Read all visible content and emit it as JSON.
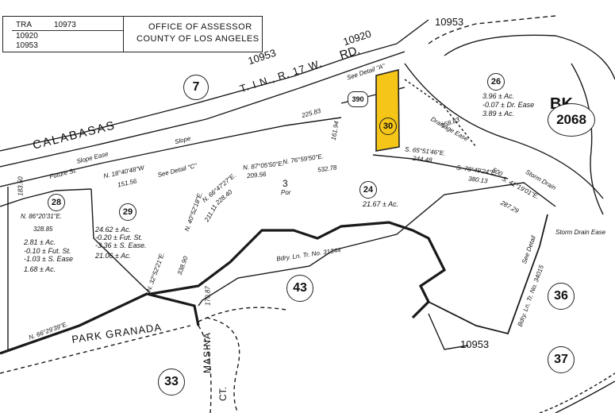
{
  "header": {
    "tra_label": "TRA",
    "tra_codes": [
      "10973",
      "10920",
      "10953"
    ],
    "office_line1": "OFFICE OF ASSESSOR",
    "office_line2": "COUNTY OF LOS ANGELES"
  },
  "book": {
    "label": "BK.",
    "number": "2068"
  },
  "tra_zones": {
    "top_right": "10953",
    "top_middle": "10920",
    "left_top": "10953",
    "bottom": "10953"
  },
  "roads": {
    "calabasas": "CALABASAS",
    "rd": "RD.",
    "township": "T. I N., R. 17 W.",
    "park_granada": "PARK GRANADA",
    "masina_1": "MASINA",
    "masina_2": "CT."
  },
  "parcels": {
    "p7": "7",
    "p43": "43",
    "p33": "33",
    "p36": "36",
    "p37": "37",
    "p28": "28",
    "p29": "29",
    "p24": "24",
    "p26": "26",
    "p30": "30",
    "p390": "390",
    "p3": "3",
    "p3_por": "Por"
  },
  "areas": {
    "p24": "21.67 ± Ac.",
    "p29_line1": "24.62 ± Ac.",
    "p29_line2": "-0.20 ± Fut. St.",
    "p29_line3": "-3.36 ± S. Ease.",
    "p29_line4": "21.06 ± Ac.",
    "p28_line1": "2.81 ± Ac.",
    "p28_line2": "-0.10 ± Fut. St.",
    "p28_line3": "-1.03 ± S. Ease",
    "p28_line4": "1.68 ± Ac.",
    "p26_line1": "3.96 ± Ac.",
    "p26_line2": "-0.07 ± Dr. Ease",
    "p26_line3": "3.89 ± Ac."
  },
  "bearings": {
    "b1": "N. 87°05'50\"E.",
    "b2": "N. 76°59'50\"E.",
    "b3": "S. 65°51'46\"E.",
    "b4": "S. 78°49'24\"E.",
    "b5": "S. 41°19'01\"E.",
    "b6": "N. 86°20'31\"E.",
    "b7": "N. 18°40'48\"W",
    "b8": "N. 40°52'18\"E.",
    "b9": "N. 66°47'27\"E.",
    "b10": "N. 32°52'21\"E.",
    "b11": "N. 66°29'39\"E."
  },
  "distances": {
    "d1": "209.56",
    "d2": "532.78",
    "d3": "244.48",
    "d4": "380.13",
    "d5": "287.29",
    "d6": "328.85",
    "d7": "151.56",
    "d8": "211.11",
    "d9": "228.40",
    "d10": "338.90",
    "d11": "258.83",
    "d12": "225.83",
    "d13": "170.87",
    "d14": "183.50",
    "d15": "161.94",
    "d16": "500"
  },
  "notes": {
    "see_detail_a": "See Detail \"A\"",
    "see_detail_c": "See Detail \"C\"",
    "see_detail_b": "See Detail",
    "drainage_ease": "Drainage Ease",
    "storm_drain_ease": "Storm Drain Ease",
    "storm_drain": "Storm Drain",
    "future_st": "Future St.",
    "slope_ease": "Slope Ease",
    "bdry_ln_31344": "Bdry. Ln. Tr. No. 31344",
    "bdry_ln_34015": "Bdry. Ln. Tr. No. 34015",
    "slope_note": "Slope"
  },
  "highlight_color": "#f5c518"
}
